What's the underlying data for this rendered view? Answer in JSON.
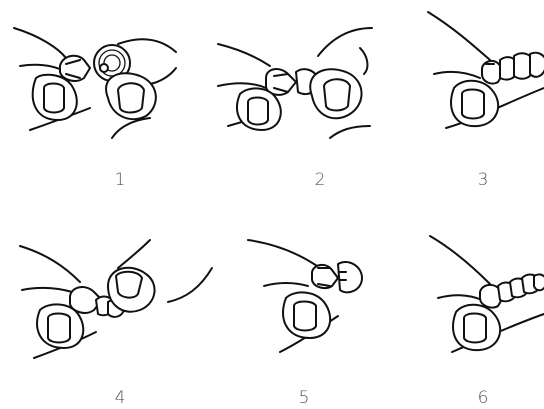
{
  "steps": [
    {
      "label": "1"
    },
    {
      "label": "2"
    },
    {
      "label": "3"
    },
    {
      "label": "4"
    },
    {
      "label": "5"
    },
    {
      "label": "6"
    }
  ],
  "colors": {
    "line": "#111111",
    "label": "#555555",
    "background": "#ffffff"
  }
}
